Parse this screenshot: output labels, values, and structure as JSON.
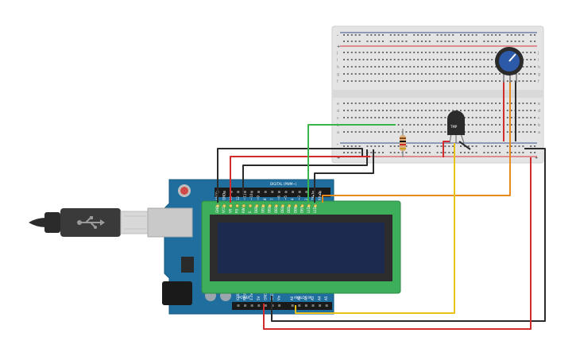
{
  "colors": {
    "background": "#ffffff",
    "breadboard": "#e6e6e6",
    "rail_red": "#d8343a",
    "rail_blue": "#3a4f8a",
    "arduino": "#1f6e9e",
    "lcd_board": "#3dae5a",
    "lcd_screen": "#1b2a4e",
    "usb_cable": "#3a3a3a",
    "wire_black": "#2b2b2b",
    "wire_red": "#d22b2b",
    "wire_green": "#3ab54a",
    "wire_orange": "#e58a1f",
    "wire_yellow": "#e8c21a",
    "pot_knob": "#2d5aa8"
  },
  "breadboard": {
    "row_letters_top": [
      "j",
      "i",
      "h",
      "g",
      "f"
    ],
    "row_letters_bottom": [
      "e",
      "d",
      "c",
      "b",
      "a"
    ],
    "rail_plus": "+",
    "rail_minus": "-"
  },
  "arduino": {
    "digital_header": "DIGITAL (PWM~)",
    "power_header": "POWER",
    "analog_header": "ANALOG IN",
    "pin_labels_top": [
      "AREF",
      "GND",
      "13",
      "12",
      "~11",
      "~10",
      "~9",
      "8",
      "7",
      "~6",
      "~5",
      "4",
      "~3",
      "2",
      "TX▸1",
      "RX◂0"
    ],
    "pin_labels_bottom": [
      "IOREF",
      "RESET",
      "3.3V",
      "5V",
      "GND",
      "GND",
      "Vin",
      "A0",
      "A1",
      "A2",
      "A3",
      "A4",
      "A5"
    ]
  },
  "sensor": {
    "label": "TMP"
  },
  "lcd": {
    "pin_labels": [
      "GND",
      "VCC",
      "V0",
      "RS",
      "RW",
      "E",
      "DB0",
      "DB1",
      "DB2",
      "DB3",
      "DB4",
      "DB5",
      "DB6",
      "DB7",
      "LED",
      "LED"
    ]
  }
}
